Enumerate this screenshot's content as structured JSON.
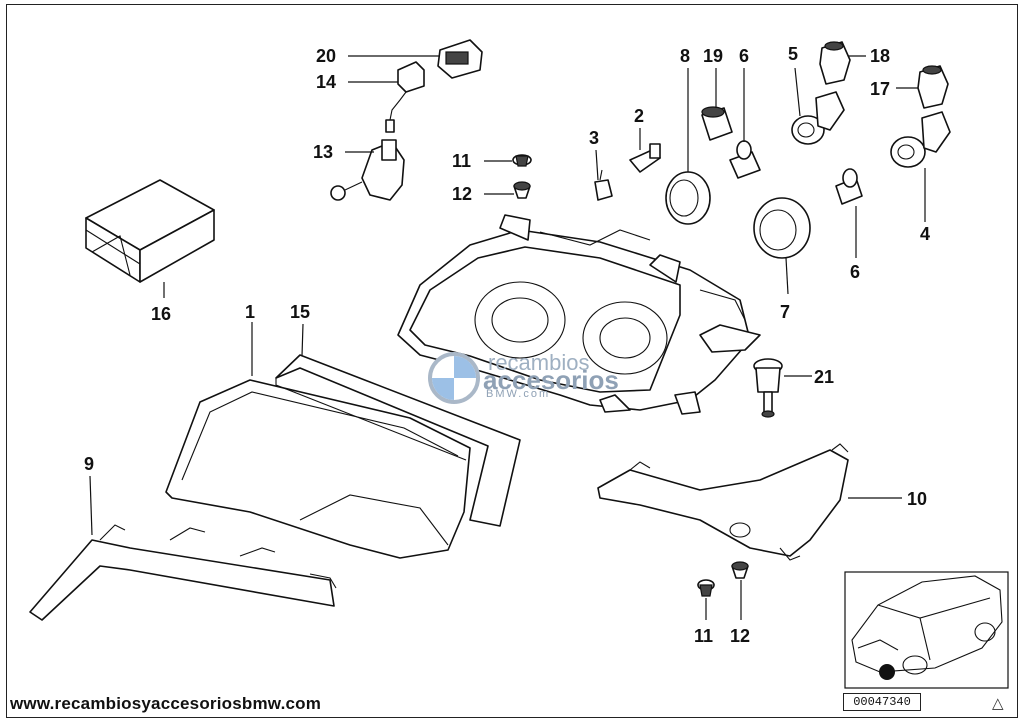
{
  "callouts": [
    "20",
    "14",
    "13",
    "11",
    "12",
    "3",
    "2",
    "8",
    "19",
    "6",
    "5",
    "18",
    "17",
    "4",
    "6",
    "7",
    "16",
    "1",
    "15",
    "21",
    "9",
    "10",
    "11",
    "12"
  ],
  "watermark": {
    "line1": "recambios",
    "line2": "accesorios",
    "line3": "BMW.com",
    "logo_icon": "bmw-roundel-icon"
  },
  "footer": {
    "website": "www.recambiosyaccesoriosbmw.com",
    "catalog_number": "00047340",
    "corner_icon": "triangle-icon"
  },
  "colors": {
    "line": "#111111",
    "watermark": "#8fa1b5",
    "background": "#ffffff"
  }
}
